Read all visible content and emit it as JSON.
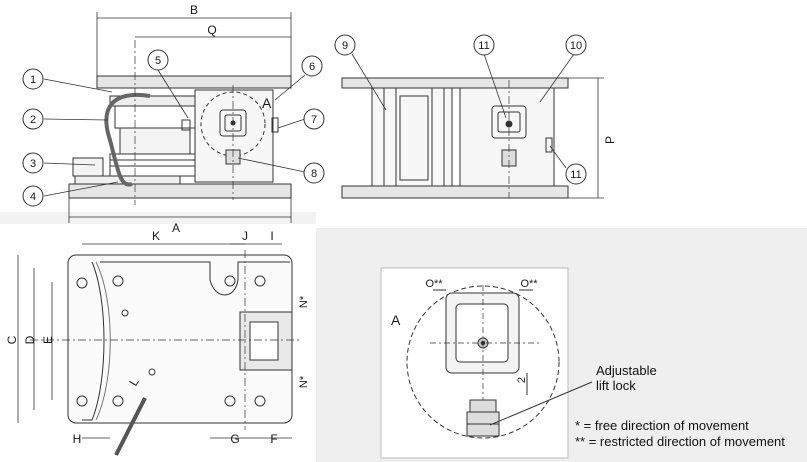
{
  "dims": {
    "B": "B",
    "Q": "Q",
    "A": "A",
    "P": "P",
    "K": "K",
    "J": "J",
    "I": "I",
    "C": "C",
    "D": "D",
    "E": "E",
    "H": "H",
    "G": "G",
    "F": "F",
    "L": "L",
    "N1": "N*",
    "N2": "N*",
    "O1": "O**",
    "O2": "O**",
    "two": "2"
  },
  "callouts": [
    "1",
    "2",
    "3",
    "4",
    "5",
    "6",
    "7",
    "8",
    "9",
    "11",
    "10",
    "11"
  ],
  "view_labels": {
    "a_side": "A",
    "a_detail": "A"
  },
  "notes": {
    "lift_lock": [
      "Adjustable",
      "lift lock"
    ],
    "free": "*   = free direction of movement",
    "restricted": "** = restricted direction of movement"
  }
}
